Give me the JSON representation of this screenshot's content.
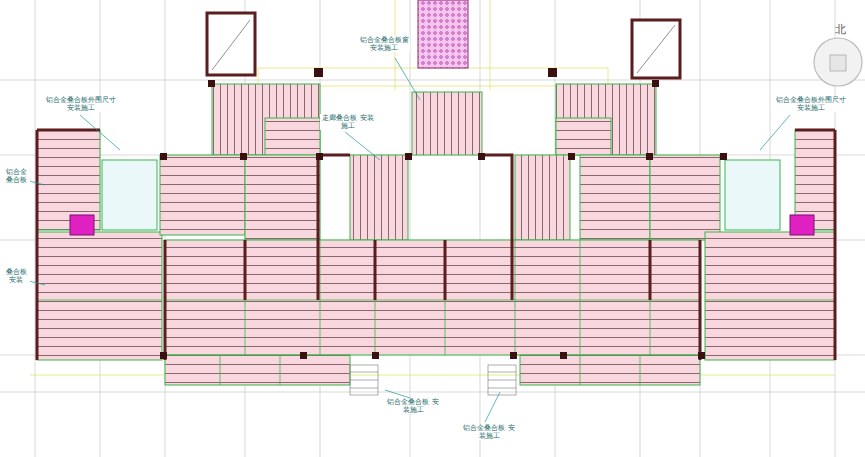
{
  "diagram": {
    "labels": [
      "铝合金叠合板窗 安装施工",
      "铝合金叠合板外围尺寸 安装施工",
      "铝合金叠合板外围尺寸 安装施工",
      "走廊叠合板 安装施工",
      "铝合金 叠合板",
      "叠合板 安装",
      "铝合金叠合板 安装施工",
      "铝合金叠合板 安装施工",
      "北"
    ]
  }
}
